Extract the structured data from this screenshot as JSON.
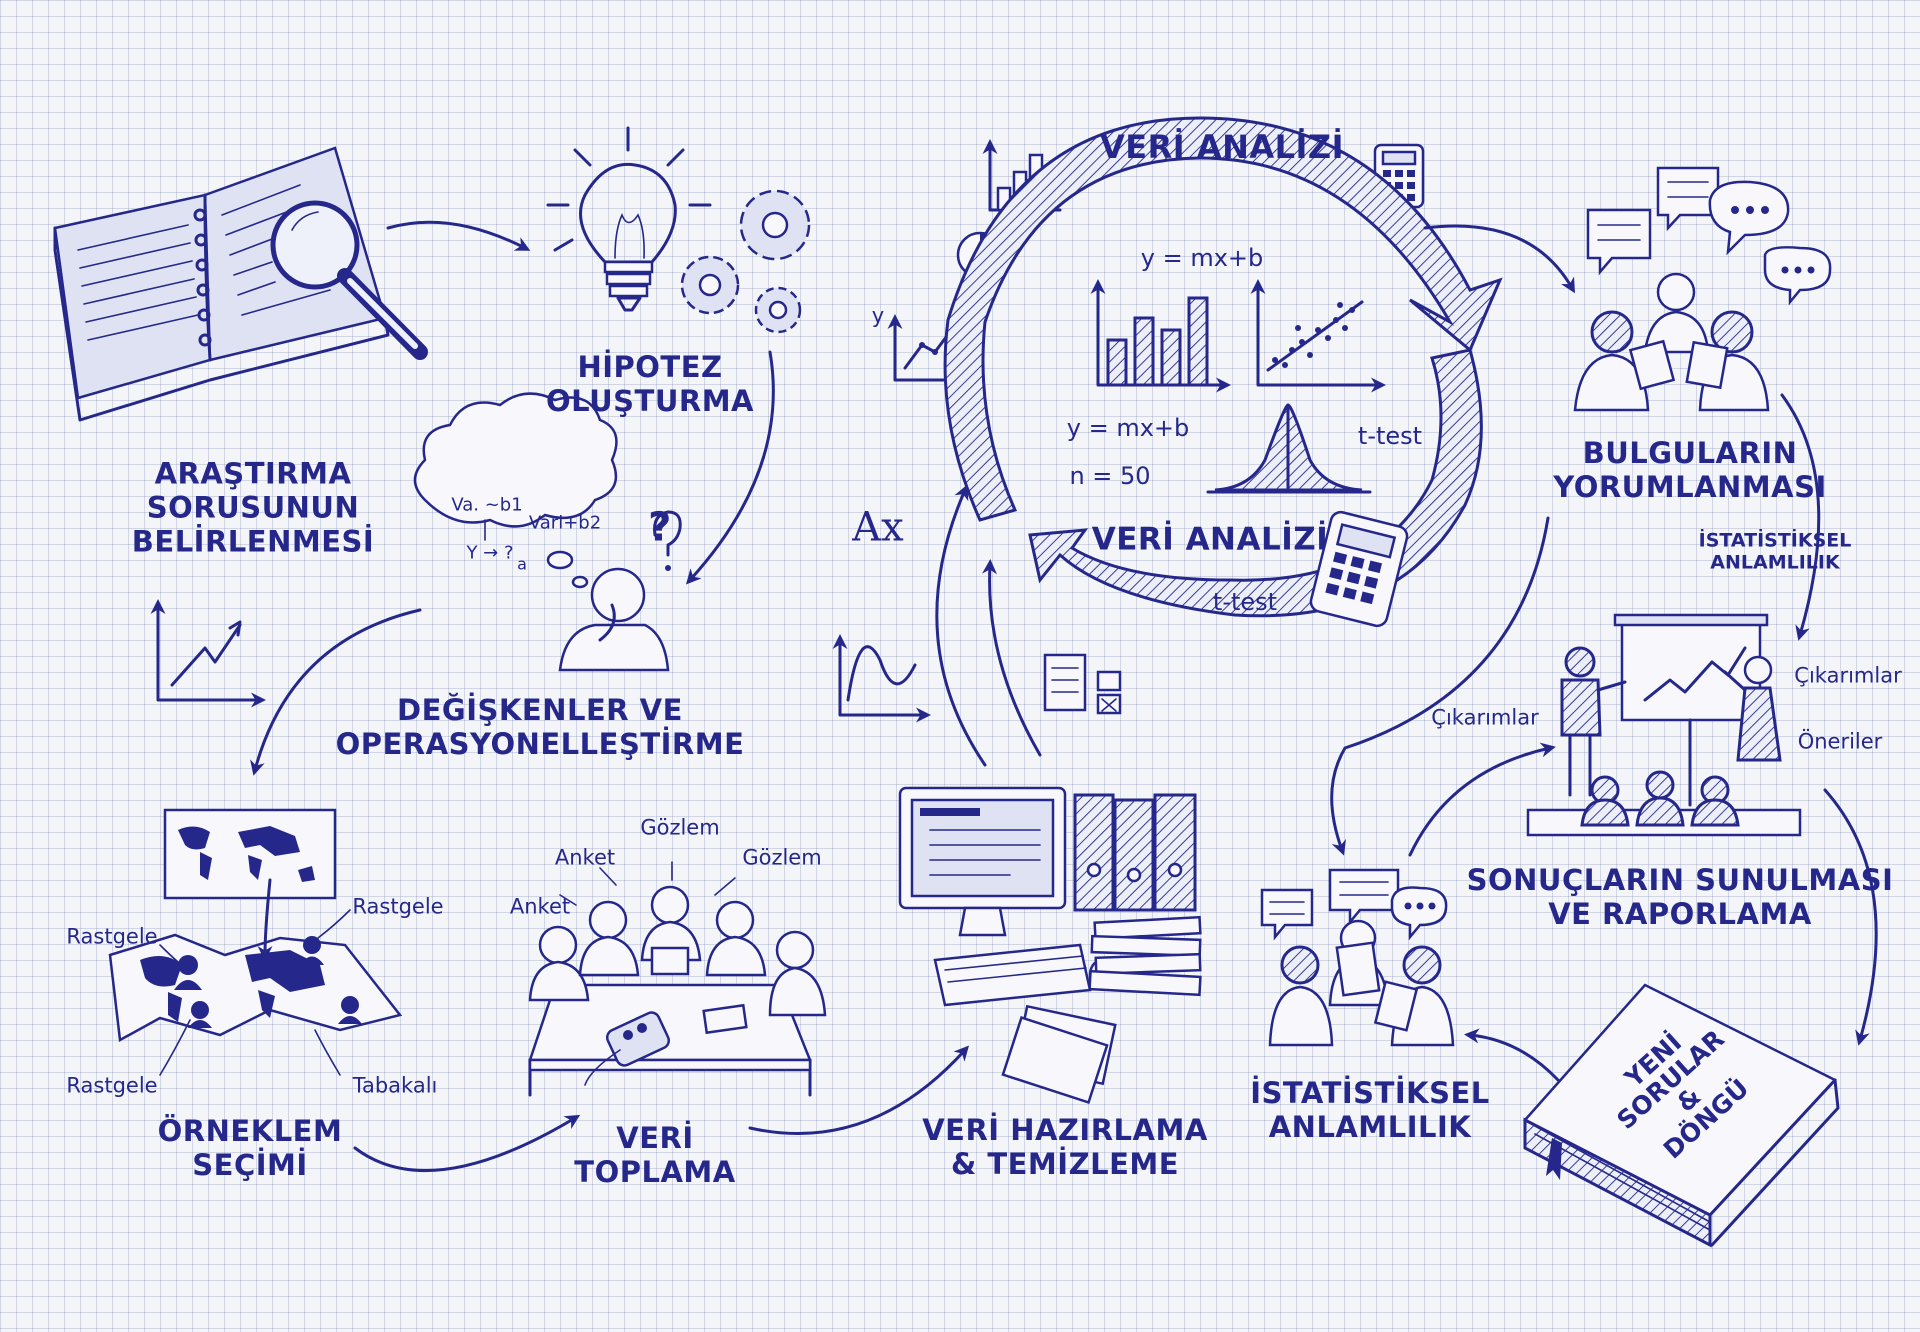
{
  "stages": {
    "research_question": {
      "line1": "ARAŞTIRMA",
      "line2": "SORUSUNUN",
      "line3": "BELİRLENMESİ"
    },
    "hypothesis": {
      "line1": "HİPOTEZ",
      "line2": "OLUŞTURMA"
    },
    "variables": {
      "line1": "DEĞİŞKENLER VE",
      "line2": "OPERASYONELLEŞTİRME"
    },
    "sampling": {
      "line1": "ÖRNEKLEM",
      "line2": "SEÇİMİ"
    },
    "data_collection": {
      "line1": "VERİ",
      "line2": "TOPLAMA"
    },
    "data_prep": {
      "line1": "VERİ HAZIRLAMA",
      "line2": "& TEMİZLEME"
    },
    "analysis_top": "VERİ ANALİZİ",
    "analysis_center": "VERİ ANALİZİ",
    "interpretation": {
      "line1": "BULGULARIN",
      "line2": "YORUMLANMASI"
    },
    "reporting": {
      "line1": "SONUÇLARIN SUNULMASI",
      "line2": "VE RAPORLAMA"
    },
    "significance": {
      "line1": "İSTATİSTİKSEL",
      "line2": "ANLAMLILIK"
    },
    "significance_note": {
      "line1": "İSTATİSTİKSEL",
      "line2": "ANLAMLILIK"
    },
    "book": {
      "line1": "YENİ",
      "line2": "SORULAR",
      "line3": "&",
      "line4": "DÖNGÜ"
    }
  },
  "annotations": {
    "thought": {
      "a": "Va. ~b1",
      "b": "Vari+b2",
      "c": "Y → ?",
      "d": "a"
    },
    "sampling": {
      "rastgele1": "Rastgele",
      "rastgele2": "Rastgele",
      "rastgele3": "Rastgele",
      "tabakali": "Tabakalı"
    },
    "collection": {
      "anket1": "Anket",
      "anket2": "Anket",
      "gozlem1": "Gözlem",
      "gozlem2": "Gözlem"
    },
    "analysis": {
      "eq1": "y = mx+b",
      "eq2": "y = mx+b",
      "n": "n = 50",
      "ttest1": "t-test",
      "ttest2": "t-test",
      "y_axis": "y",
      "ax": "Ax"
    },
    "reporting": {
      "cikarimlar1": "Çıkarımlar",
      "cikarimlar2": "Çıkarımlar",
      "oneriler": "Öneriler"
    }
  },
  "colors": {
    "ink": "#25288a",
    "paper": "#f4f5f8",
    "grid": "#8a92c0"
  },
  "icons": [
    "open-book-icon",
    "magnifier-icon",
    "lightbulb-icon",
    "gears-icon",
    "thought-cloud-icon",
    "thinker-icon",
    "world-map-icon",
    "meeting-table-icon",
    "computer-icon",
    "binders-icon",
    "calculator-icon",
    "bar-chart-icon",
    "scatter-plot-icon",
    "bell-curve-icon",
    "speech-bubble-icon",
    "presentation-icon",
    "closed-book-icon"
  ]
}
